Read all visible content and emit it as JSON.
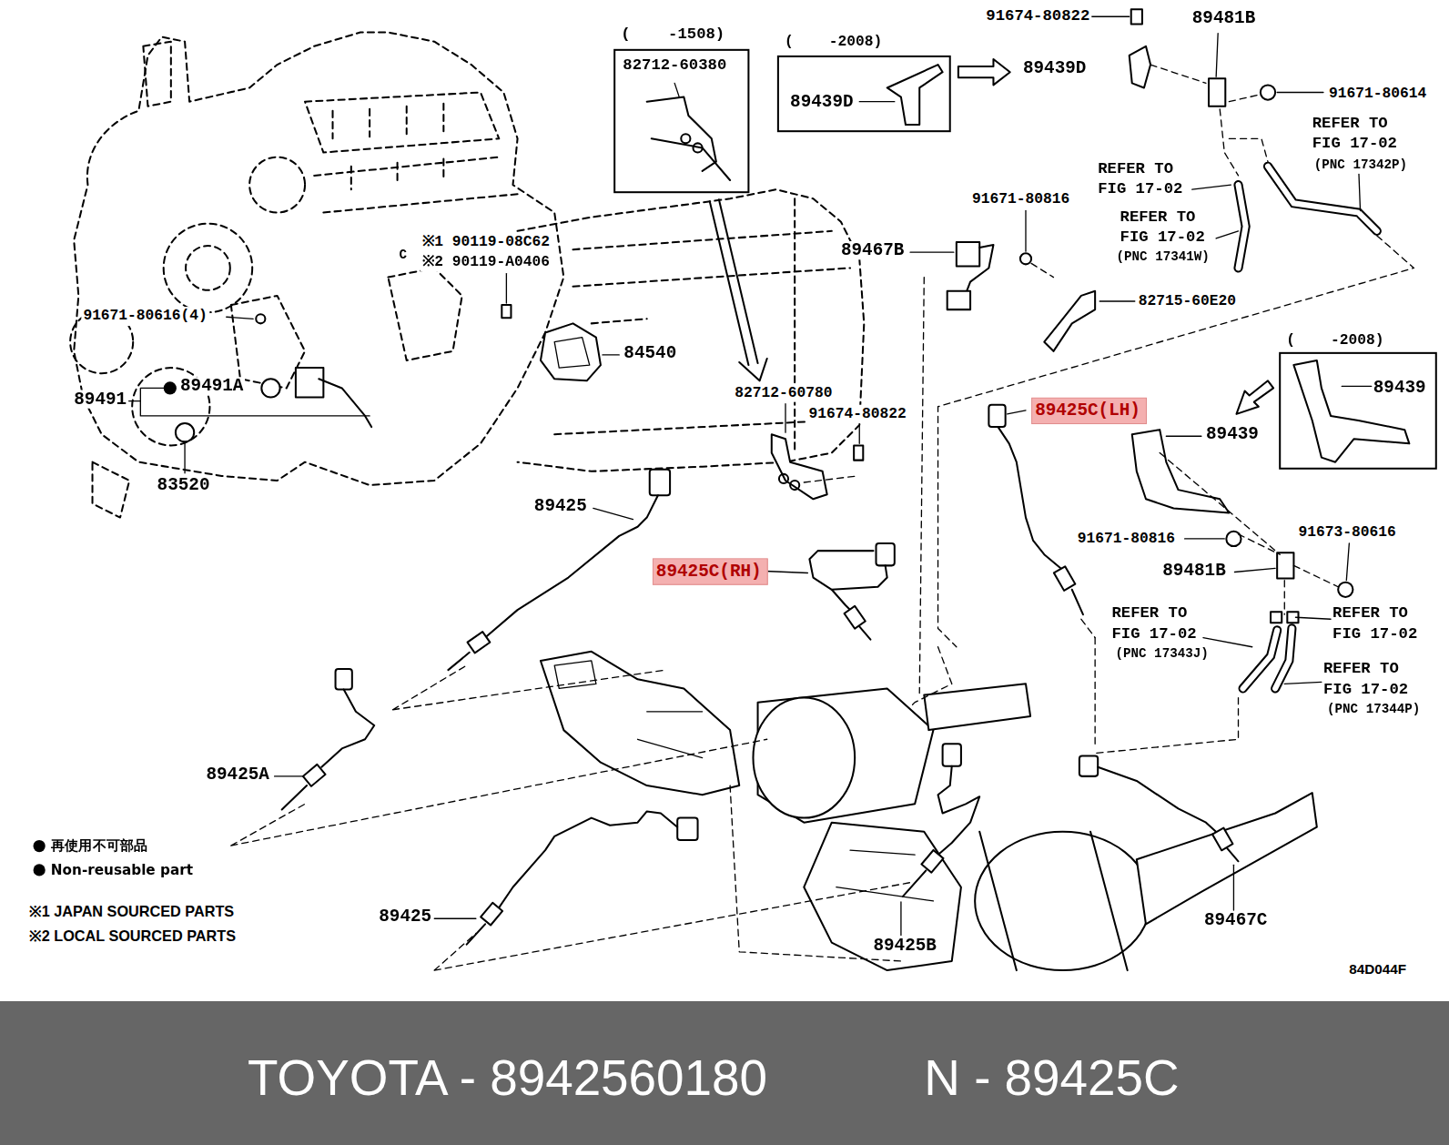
{
  "diagram": {
    "nodes": [
      {
        "text": [
          "(    -1508)",
          "82712-60380"
        ]
      },
      {
        "text": [
          "(    -2008)",
          "89439D"
        ]
      },
      {
        "text": [
          "(    -2008)",
          "89439"
        ]
      },
      {
        "text": [
          "89425C(RH)"
        ]
      },
      {
        "text": [
          "89425C(LH)"
        ]
      },
      {
        "text": [
          "TOYOTA - 8942560180",
          "N - 89425C"
        ]
      }
    ],
    "labels": [
      "91674-80822",
      "89481B",
      "89439D",
      "91671-80614",
      "REFER TO FIG 17-02",
      "(PNC 17342P)",
      "REFER TO FIG 17-02",
      "REFER TO FIG 17-02",
      "(PNC 17341W)",
      "91671-80816",
      "89467B",
      "82715-60E20",
      "※1 90119-08C62",
      "※2 90119-A0406",
      "C",
      "91671-80616(4)",
      "84540",
      "89491",
      "89491A",
      "83520",
      "82712-60780",
      "91674-80822",
      "89439",
      "91671-80816",
      "91673-80616",
      "89481B",
      "REFER TO FIG 17-02",
      "(PNC 17343J)",
      "REFER TO FIG 17-02",
      "REFER TO FIG 17-02",
      "(PNC 17344P)",
      "89425",
      "89425A",
      "89425",
      "89425B",
      "89467C",
      "※1 JAPAN SOURCED PARTS",
      "※2 LOCAL SOURCED PARTS",
      "84D044F"
    ],
    "legend": [
      {
        "text": "再使用不可部品"
      },
      {
        "text": "Non-reusable part"
      }
    ]
  }
}
